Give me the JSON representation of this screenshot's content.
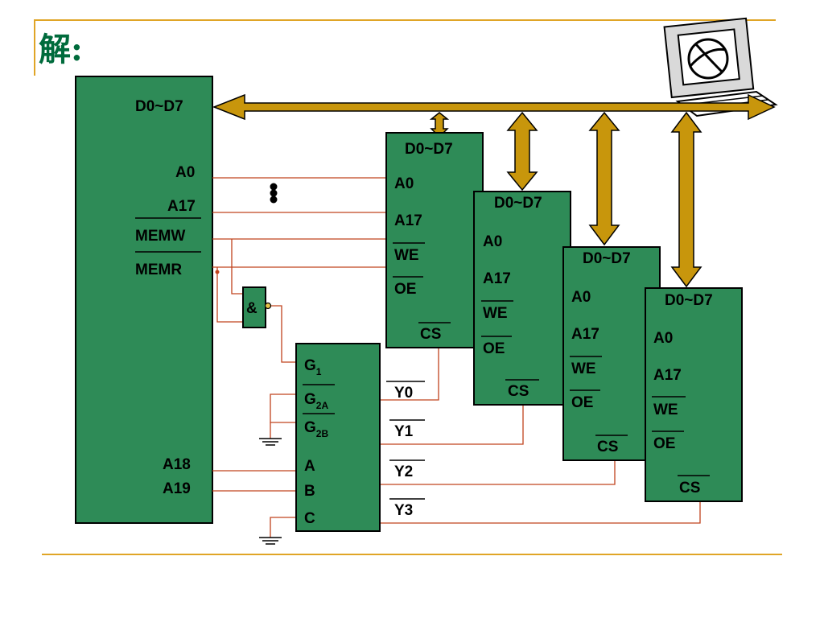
{
  "title": "解:",
  "colors": {
    "chip": "#2e8b57",
    "wire": "#c0431e",
    "bus": "#c8960c",
    "rule": "#e0a526",
    "title": "#006b3c"
  },
  "cpu": {
    "data_bus": "D0~D7",
    "a0": "A0",
    "a17": "A17",
    "memw": "MEMW",
    "memr": "MEMR",
    "a18": "A18",
    "a19": "A19"
  },
  "and_gate": "&",
  "decoder": {
    "g1": "G",
    "g1_sub": "1",
    "g2a": "G",
    "g2a_sub": "2A",
    "g2b": "G",
    "g2b_sub": "2B",
    "a": "A",
    "b": "B",
    "c": "C",
    "outputs": [
      "Y0",
      "Y1",
      "Y2",
      "Y3"
    ]
  },
  "memory_chip_labels": {
    "data": "D0~D7",
    "a0": "A0",
    "a17": "A17",
    "we": "WE",
    "oe": "OE",
    "cs": "CS"
  },
  "memory_chip_count": 4,
  "icon": "computer-icon"
}
